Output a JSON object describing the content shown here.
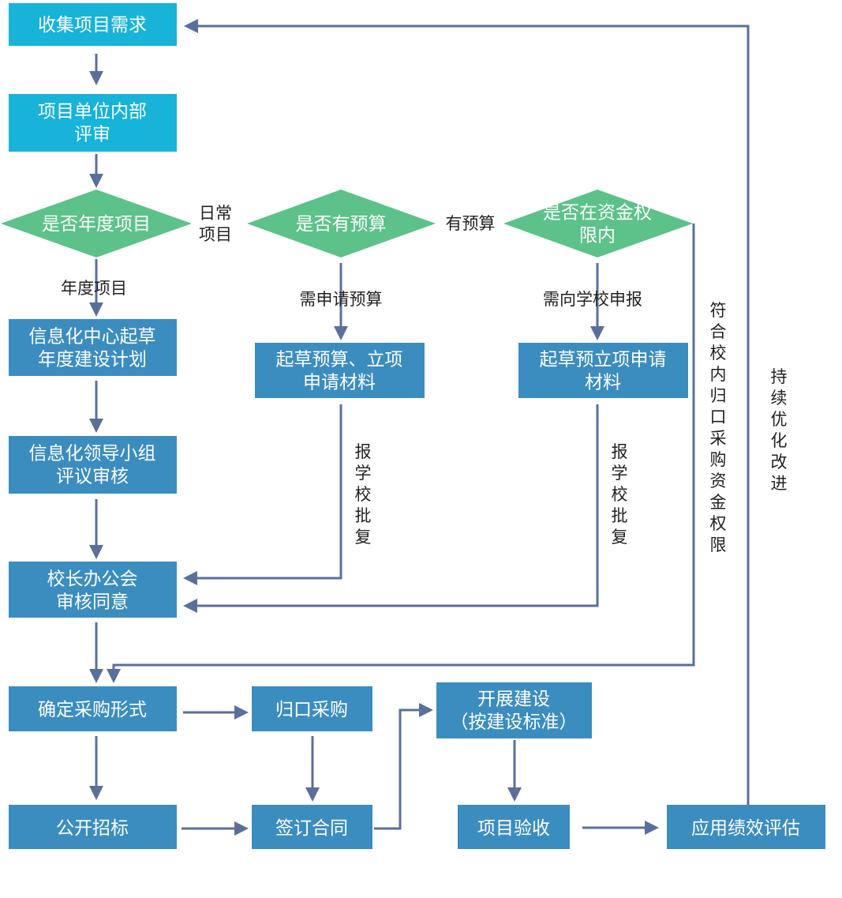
{
  "colors": {
    "cyan_box": "#17b3d9",
    "blue_box": "#3b8dc0",
    "diamond": "#5cc28a",
    "arrow": "#5a6f9c",
    "label": "#222222"
  },
  "nodes": {
    "collect": {
      "lines": [
        "收集项目需求"
      ]
    },
    "internal_review": {
      "lines": [
        "项目单位内部",
        "评审"
      ]
    },
    "q_annual": {
      "lines": [
        "是否年度项目"
      ]
    },
    "q_budget": {
      "lines": [
        "是否有预算"
      ]
    },
    "q_authority": {
      "lines": [
        "是否在资金权",
        "限内"
      ]
    },
    "draft_plan": {
      "lines": [
        "信息化中心起草",
        "年度建设计划"
      ]
    },
    "draft_budget": {
      "lines": [
        "起草预算、立项",
        "申请材料"
      ]
    },
    "draft_preproject": {
      "lines": [
        "起草预立项申请",
        "材料"
      ]
    },
    "leader_review": {
      "lines": [
        "信息化领导小组",
        "评议审核"
      ]
    },
    "president_approve": {
      "lines": [
        "校长办公会",
        "审核同意"
      ]
    },
    "procurement_form": {
      "lines": [
        "确定采购形式"
      ]
    },
    "centralized": {
      "lines": [
        "归口采购"
      ]
    },
    "build": {
      "lines": [
        "开展建设",
        "（按建设标准）"
      ]
    },
    "tender": {
      "lines": [
        "公开招标"
      ]
    },
    "contract": {
      "lines": [
        "签订合同"
      ]
    },
    "acceptance": {
      "lines": [
        "项目验收"
      ]
    },
    "evaluate": {
      "lines": [
        "应用绩效评估"
      ]
    }
  },
  "edge_labels": {
    "daily": "日常\n项目",
    "annual": "年度项目",
    "has_budget": "有预算",
    "need_budget": "需申请预算",
    "report_school": "需向学校申报",
    "approve_1": "报学校批复",
    "approve_2": "报学校批复",
    "within_authority": "符合校内归口采购资金权限",
    "improve": "持续优化改进"
  }
}
